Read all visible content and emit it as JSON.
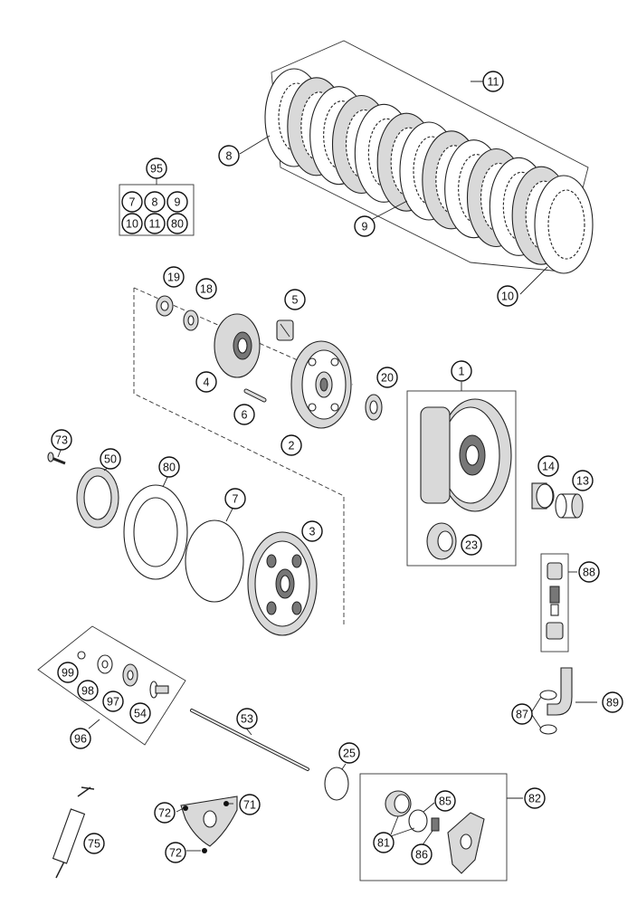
{
  "callouts": {
    "c1": "1",
    "c2": "2",
    "c3": "3",
    "c4": "4",
    "c5": "5",
    "c6": "6",
    "c7a": "7",
    "c7b": "7",
    "c8a": "8",
    "c8b": "8",
    "c9a": "9",
    "c9b": "9",
    "c10a": "10",
    "c10b": "10",
    "c11a": "11",
    "c11b": "11",
    "c13": "13",
    "c14": "14",
    "c18": "18",
    "c19": "19",
    "c20": "20",
    "c23": "23",
    "c25": "25",
    "c50": "50",
    "c53": "53",
    "c54": "54",
    "c71": "71",
    "c72a": "72",
    "c72b": "72",
    "c73": "73",
    "c75": "75",
    "c80a": "80",
    "c80b": "80",
    "c81": "81",
    "c82": "82",
    "c85": "85",
    "c86": "86",
    "c87": "87",
    "c88": "88",
    "c89": "89",
    "c95": "95",
    "c96": "96",
    "c97": "97",
    "c98": "98",
    "c99": "99"
  }
}
